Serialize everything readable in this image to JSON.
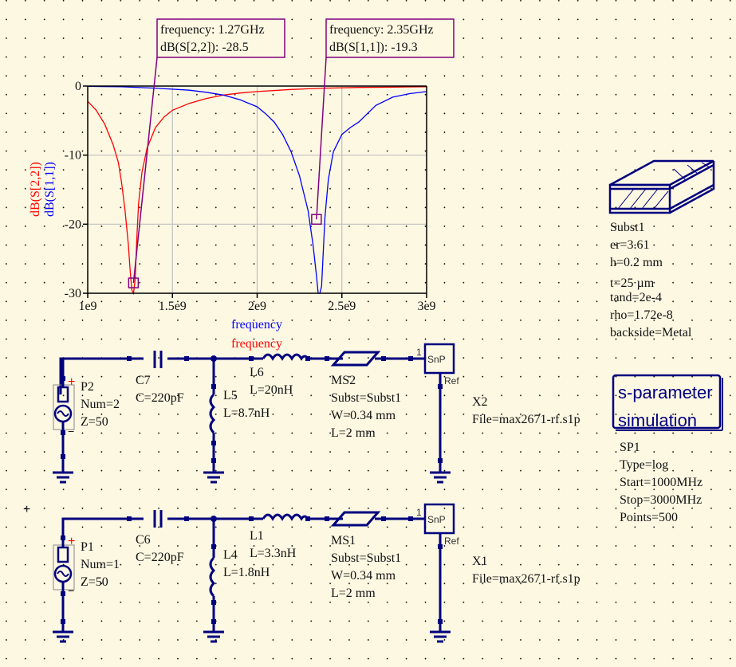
{
  "chart_data": {
    "type": "line",
    "title": "",
    "xlabel_series": [
      "frequency",
      "frequency"
    ],
    "ylabel_series": [
      "dB(S[2,2])",
      "dB(S[1,1])"
    ],
    "xlim": [
      1000000000.0,
      3000000000.0
    ],
    "ylim": [
      -30,
      0
    ],
    "x_ticks": [
      1000000000.0,
      1500000000.0,
      2000000000.0,
      2500000000.0,
      3000000000.0
    ],
    "x_tick_labels": [
      "1e9",
      "1.5e9",
      "2e9",
      "2.5e9",
      "3e9"
    ],
    "y_ticks": [
      0,
      -10,
      -20,
      -30
    ],
    "y_tick_labels": [
      "0",
      "-10",
      "-20",
      "-30"
    ],
    "grid": true,
    "series": [
      {
        "name": "dB(S[2,2])",
        "color": "#ff0000",
        "x": [
          1000000000.0,
          1050000000.0,
          1100000000.0,
          1150000000.0,
          1180000000.0,
          1200000000.0,
          1220000000.0,
          1240000000.0,
          1250000000.0,
          1260000000.0,
          1270000000.0,
          1280000000.0,
          1290000000.0,
          1300000000.0,
          1320000000.0,
          1350000000.0,
          1400000000.0,
          1450000000.0,
          1500000000.0,
          1600000000.0,
          1700000000.0,
          1800000000.0,
          1900000000.0,
          2000000000.0,
          2200000000.0,
          2400000000.0,
          2600000000.0,
          2800000000.0,
          3000000000.0
        ],
        "y": [
          -2.2,
          -3.5,
          -5.5,
          -8.5,
          -11.0,
          -14.0,
          -18.0,
          -23.0,
          -26.5,
          -29.5,
          -30,
          -28.0,
          -22.0,
          -17.0,
          -12.5,
          -9.0,
          -6.0,
          -4.5,
          -3.5,
          -2.5,
          -1.8,
          -1.3,
          -1.0,
          -0.8,
          -0.5,
          -0.3,
          -0.2,
          -0.15,
          -0.1
        ]
      },
      {
        "name": "dB(S[1,1])",
        "color": "#0000ff",
        "x": [
          1000000000.0,
          1200000000.0,
          1400000000.0,
          1600000000.0,
          1700000000.0,
          1800000000.0,
          1900000000.0,
          2000000000.0,
          2050000000.0,
          2100000000.0,
          2150000000.0,
          2200000000.0,
          2250000000.0,
          2300000000.0,
          2330000000.0,
          2350000000.0,
          2360000000.0,
          2370000000.0,
          2380000000.0,
          2390000000.0,
          2400000000.0,
          2420000000.0,
          2450000000.0,
          2500000000.0,
          2550000000.0,
          2600000000.0,
          2650000000.0,
          2700000000.0,
          2800000000.0,
          2900000000.0,
          3000000000.0
        ],
        "y": [
          -0.05,
          -0.1,
          -0.3,
          -0.6,
          -0.9,
          -1.3,
          -2.0,
          -3.0,
          -4.0,
          -5.2,
          -7.0,
          -9.5,
          -13.0,
          -18.0,
          -23.0,
          -27.5,
          -30,
          -30,
          -29.0,
          -24.0,
          -19.0,
          -13.5,
          -9.5,
          -7.0,
          -6.0,
          -5.2,
          -4.0,
          -2.8,
          -1.6,
          -1.1,
          -0.8
        ]
      }
    ],
    "markers": [
      {
        "series": "dB(S[2,2])",
        "frequency_label": "frequency:",
        "frequency_value": "1.27GHz",
        "value_label": "dB(S[2,2]):",
        "value": "-28.5",
        "x": 1270000000.0,
        "y": -28.5
      },
      {
        "series": "dB(S[1,1])",
        "frequency_label": "frequency:",
        "frequency_value": "2.35GHz",
        "value_label": "dB(S[1,1]):",
        "value": "-19.3",
        "x": 2350000000.0,
        "y": -19.3
      }
    ]
  },
  "axis_labels": {
    "y_red": "dB(S[2,2])",
    "y_blue": "dB(S[1,1])",
    "x_blue": "frequency",
    "x_red": "frequency"
  },
  "colors": {
    "background": "#fdf8e2",
    "wire": "#00007f",
    "series_red": "#ff0000",
    "series_blue": "#0000ff",
    "marker": "#800080"
  },
  "substrate": {
    "name": "Subst1",
    "params": [
      "er=3.61",
      "h=0.2  mm",
      "t=25  µm",
      "tand=2e-4",
      "rho=1.72e-8",
      "backside=Metal"
    ]
  },
  "simulation": {
    "box_line1": "s-parameter",
    "box_line2": "simulation",
    "name": "SP1",
    "params": [
      "Type=log",
      "Start=1000MHz",
      "Stop=3000MHz",
      "Points=500"
    ]
  },
  "circuit_top": {
    "port": {
      "name": "P2",
      "num": "Num=2",
      "z": "Z=50"
    },
    "cap": {
      "name": "C7",
      "value": "C=220pF"
    },
    "shunt_ind": {
      "name": "L5",
      "value": "L=8.7nH"
    },
    "series_ind": {
      "name": "L6",
      "value": "L=20nH"
    },
    "mstrip": {
      "name": "MS2",
      "subst": "Subst=Subst1",
      "w": "W=0.34  mm",
      "l": "L=2  mm"
    },
    "snp": {
      "name": "X2",
      "file": "File=max2671-rf.s1p",
      "label": "SnP",
      "pin": "1",
      "ref": "Ref"
    }
  },
  "circuit_bottom": {
    "port": {
      "name": "P1",
      "num": "Num=1",
      "z": "Z=50"
    },
    "cap": {
      "name": "C6",
      "value": "C=220pF"
    },
    "shunt_ind": {
      "name": "L4",
      "value": "L=1.8nH"
    },
    "series_ind": {
      "name": "L1",
      "value": "L=3.3nH"
    },
    "mstrip": {
      "name": "MS1",
      "subst": "Subst=Subst1",
      "w": "W=0.34  mm",
      "l": "L=2  mm"
    },
    "snp": {
      "name": "X1",
      "file": "File=max2671-rf.s1p",
      "label": "SnP",
      "pin": "1",
      "ref": "Ref"
    }
  },
  "port_signs": {
    "plus": "+",
    "minus": "−"
  },
  "origin_mark": "+"
}
